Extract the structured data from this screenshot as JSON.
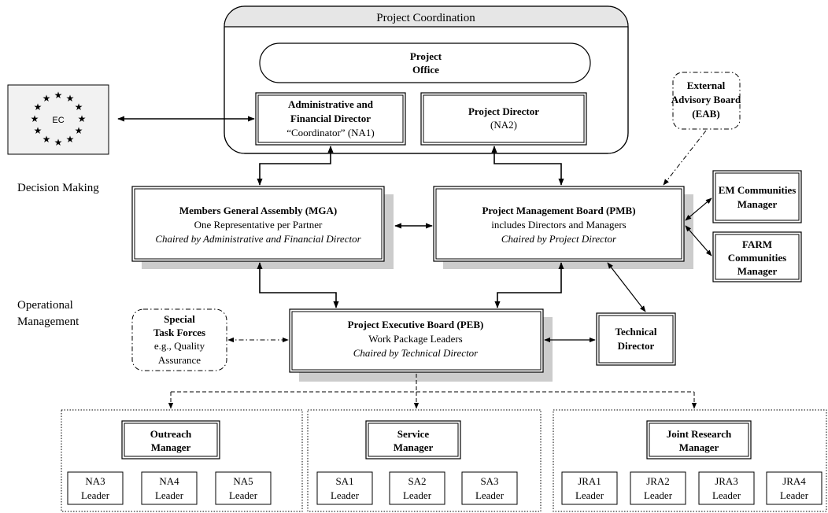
{
  "project_coordination": {
    "title": "Project Coordination",
    "project_office": [
      "Project",
      "Office"
    ],
    "admin_director": [
      "Administrative and",
      "Financial Director",
      "“Coordinator” (NA1)"
    ],
    "project_director": [
      "Project Director",
      "(NA2)"
    ]
  },
  "ec": {
    "label": "EC"
  },
  "external_advisory_board": [
    "External",
    "Advisory Board",
    "(EAB)"
  ],
  "levels": {
    "decision_making": "Decision Making",
    "operational_management": [
      "Operational",
      "Management"
    ]
  },
  "mga": [
    "Members General Assembly (MGA)",
    "One Representative per Partner",
    "Chaired by Administrative and Financial Director"
  ],
  "pmb": [
    "Project Management Board (PMB)",
    "includes Directors and Managers",
    "Chaired by Project Director"
  ],
  "em_communities_manager": [
    "EM Communities",
    "Manager"
  ],
  "farm_communities_manager": [
    "FARM",
    "Communities",
    "Manager"
  ],
  "special_task_forces": [
    "Special",
    "Task Forces",
    "e.g., Quality",
    "Assurance"
  ],
  "peb": [
    "Project Executive Board (PEB)",
    "Work Package Leaders",
    "Chaired by Technical Director"
  ],
  "technical_director": [
    "Technical",
    "Director"
  ],
  "groups": [
    {
      "manager": [
        "Outreach",
        "Manager"
      ],
      "leaders": [
        [
          "NA3",
          "Leader"
        ],
        [
          "NA4",
          "Leader"
        ],
        [
          "NA5",
          "Leader"
        ]
      ]
    },
    {
      "manager": [
        "Service",
        "Manager"
      ],
      "leaders": [
        [
          "SA1",
          "Leader"
        ],
        [
          "SA2",
          "Leader"
        ],
        [
          "SA3",
          "Leader"
        ]
      ]
    },
    {
      "manager": [
        "Joint Research",
        "Manager"
      ],
      "leaders": [
        [
          "JRA1",
          "Leader"
        ],
        [
          "JRA2",
          "Leader"
        ],
        [
          "JRA3",
          "Leader"
        ],
        [
          "JRA4",
          "Leader"
        ]
      ]
    }
  ]
}
